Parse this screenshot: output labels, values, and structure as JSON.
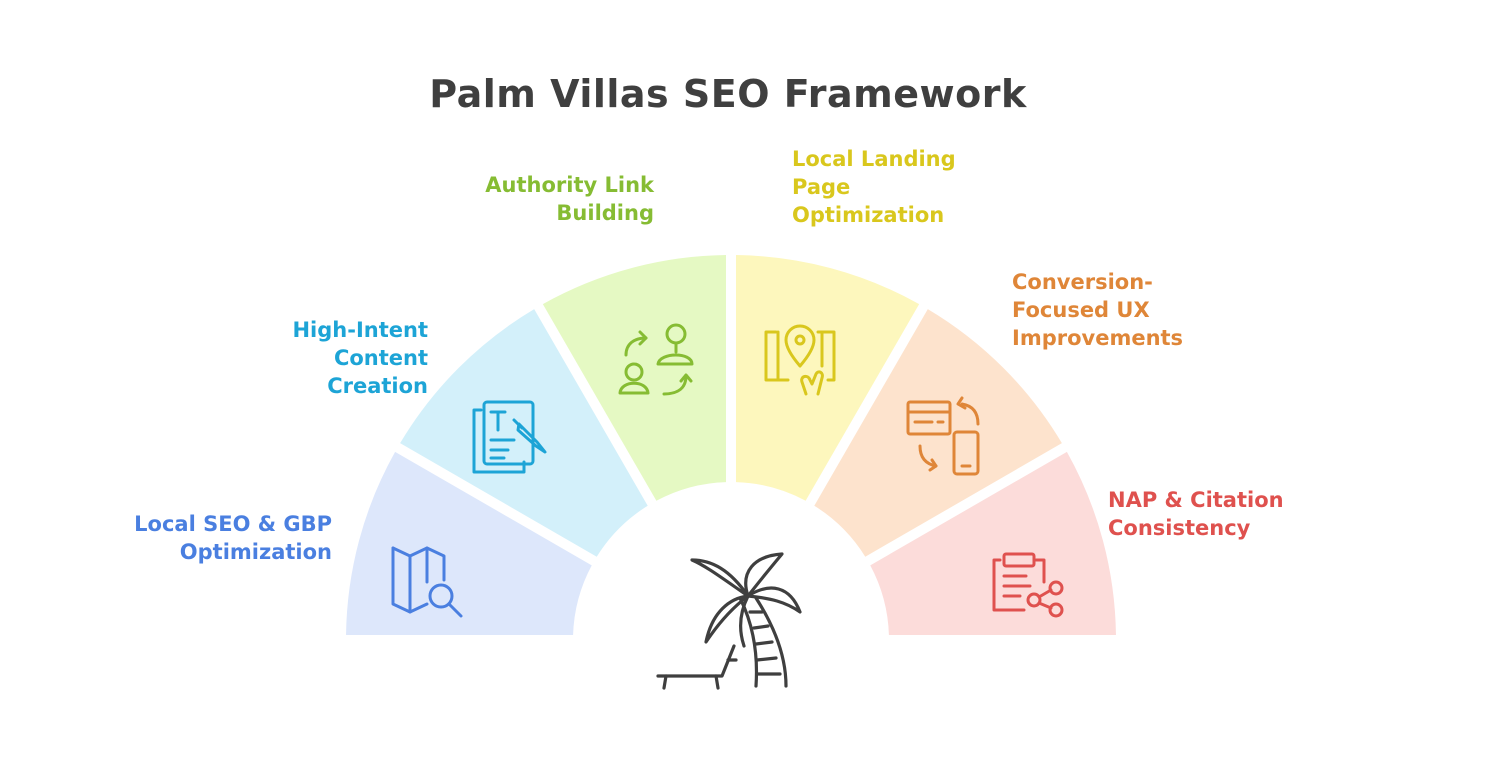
{
  "title": "Palm Villas SEO Framework",
  "segments": [
    {
      "id": "local-seo",
      "lines": [
        "Local SEO & GBP",
        "Optimization"
      ],
      "icon": "map-search-icon",
      "fill": "#dde7fb",
      "text_color": "#4a7fe0",
      "stroke": "#4a7fe0"
    },
    {
      "id": "content",
      "lines": [
        "High-Intent",
        "Content",
        "Creation"
      ],
      "icon": "document-edit-icon",
      "fill": "#d3f0fa",
      "text_color": "#1da4d6",
      "stroke": "#1da4d6"
    },
    {
      "id": "links",
      "lines": [
        "Authority Link",
        "Building"
      ],
      "icon": "people-exchange-icon",
      "fill": "#e5f9c3",
      "text_color": "#86bc33",
      "stroke": "#86bc33"
    },
    {
      "id": "landing",
      "lines": [
        "Local Landing",
        "Page",
        "Optimization"
      ],
      "icon": "map-pin-tap-icon",
      "fill": "#fdf7bd",
      "text_color": "#d9c71d",
      "stroke": "#d9c71d"
    },
    {
      "id": "ux",
      "lines": [
        "Conversion-",
        "Focused UX",
        "Improvements"
      ],
      "icon": "browser-mobile-icon",
      "fill": "#fde3cd",
      "text_color": "#df8638",
      "stroke": "#df8638"
    },
    {
      "id": "nap",
      "lines": [
        "NAP & Citation",
        "Consistency"
      ],
      "icon": "clipboard-share-icon",
      "fill": "#fcdcda",
      "text_color": "#df514e",
      "stroke": "#df514e"
    }
  ],
  "center_icon": "palm-tree-lounger-icon",
  "center_stroke": "#3f3f3f"
}
